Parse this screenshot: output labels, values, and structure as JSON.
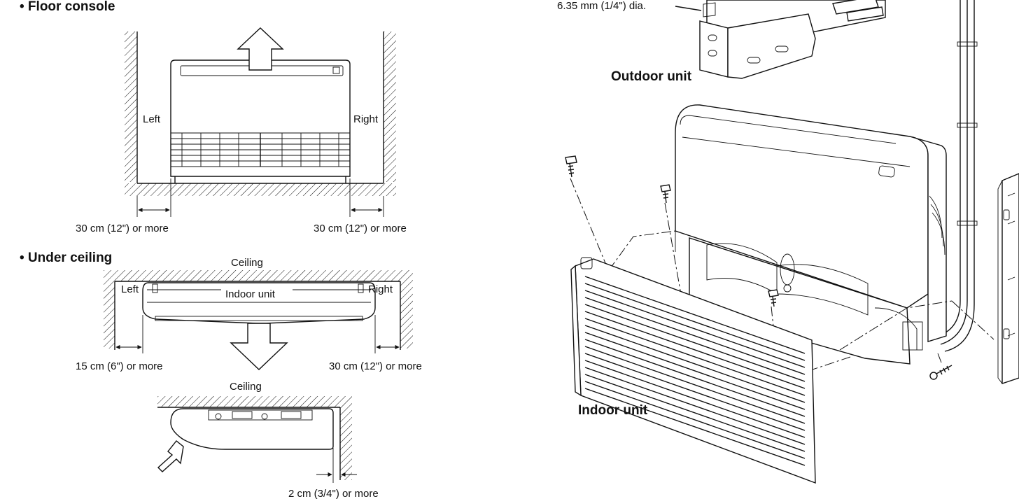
{
  "floor_console": {
    "heading": "• Floor console",
    "left_label": "Left",
    "right_label": "Right",
    "left_clearance": "30 cm (12\") or more",
    "right_clearance": "30 cm (12\") or more"
  },
  "under_ceiling": {
    "heading": "• Under ceiling",
    "ceiling_label": "Ceiling",
    "left_label": "Left",
    "right_label": "Right",
    "unit_label": "Indoor unit",
    "left_clearance": "15 cm (6\") or more",
    "right_clearance": "30 cm (12\") or more"
  },
  "side_view": {
    "ceiling_label": "Ceiling",
    "clearance": "2 cm (3/4\") or more"
  },
  "assembly": {
    "pipe_label": "6.35 mm (1/4\") dia.",
    "outdoor_label": "Outdoor unit",
    "indoor_label": "Indoor unit"
  }
}
